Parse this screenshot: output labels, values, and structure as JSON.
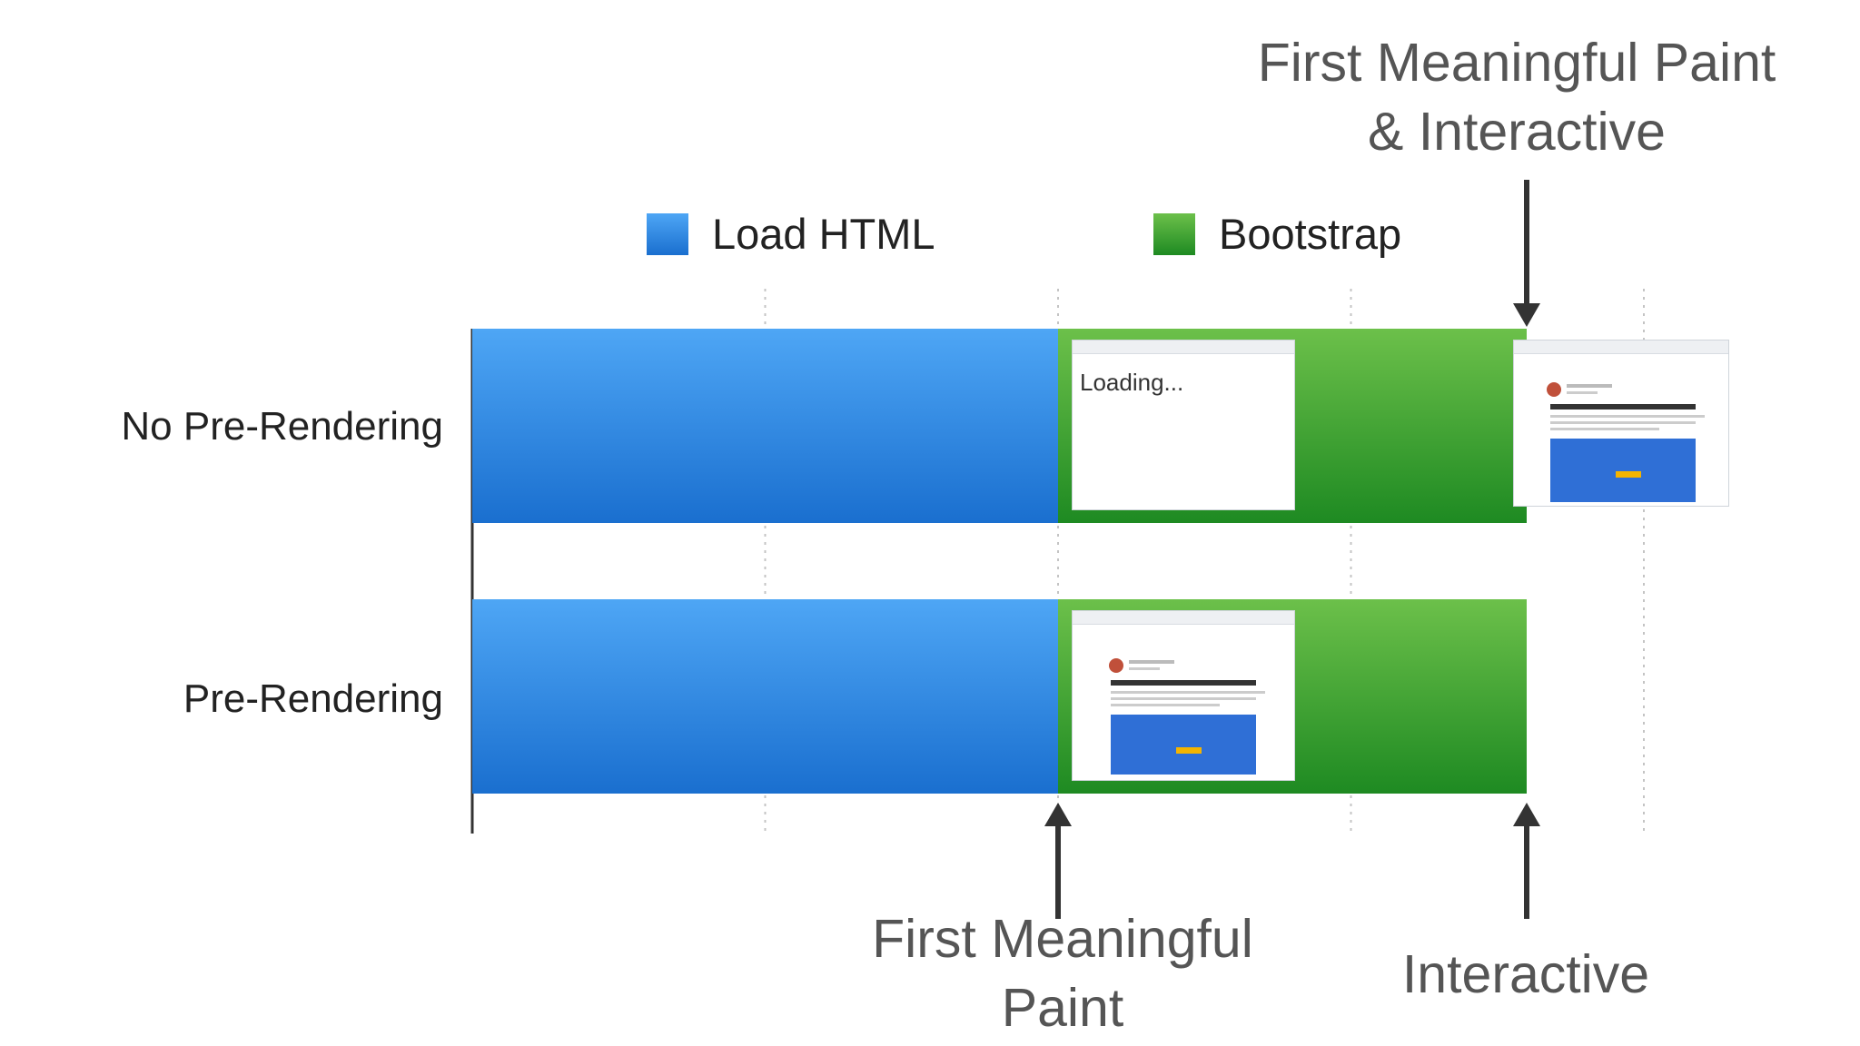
{
  "chart_data": {
    "type": "bar",
    "orientation": "horizontal",
    "stacked": true,
    "categories": [
      "No Pre-Rendering",
      "Pre-Rendering"
    ],
    "series": [
      {
        "name": "Load HTML",
        "values": [
          2,
          2
        ],
        "color": "#2f86e6"
      },
      {
        "name": "Bootstrap",
        "values": [
          1.6,
          1.6
        ],
        "color": "#3aa53a"
      }
    ],
    "xlim": [
      0,
      4
    ],
    "grid": true,
    "legend": "top",
    "title": "",
    "xlabel": "",
    "ylabel": ""
  },
  "annotations": {
    "top_line1": "First Meaningful Paint",
    "top_line2": "& Interactive",
    "fmp_line1": "First Meaningful",
    "fmp_line2": "Paint",
    "interactive": "Interactive"
  },
  "thumbnails": {
    "loading_text": "Loading...",
    "page_title_icon": "page-screenshot-icon"
  },
  "colors": {
    "blue_top": "#4ea6f5",
    "blue_bottom": "#1a6fcf",
    "green_top": "#6cc04a",
    "green_bottom": "#1e8a22",
    "arrow": "#333333"
  }
}
